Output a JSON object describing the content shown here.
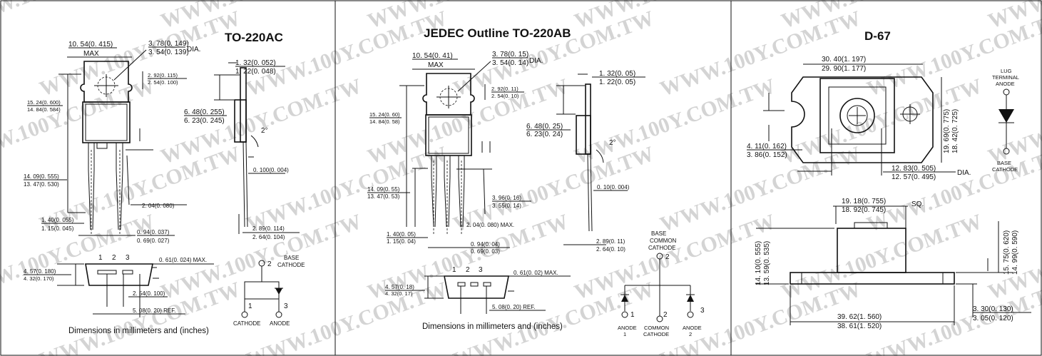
{
  "watermark": "WWW.100Y.COM.TW",
  "panel1": {
    "title": "TO-220AC",
    "dims": {
      "width_top": "10. 54(0. 415)",
      "width_bot": "MAX",
      "hole_top": "3. 78(0. 149)",
      "hole_bot": "3. 54(0. 139)",
      "dia": "DIA.",
      "tab_top": "1. 32(0. 052)",
      "tab_bot": "1. 22(0. 048)",
      "hole_pos_top": "2. 92(0. 115)",
      "hole_pos_bot": "2. 54(0. 100)",
      "height_top": "15. 24(0. 600)",
      "height_bot": "14. 84(0. 584)",
      "tabh_top": "6. 48(0. 255)",
      "tabh_bot": "6. 23(0. 245)",
      "angle": "2°",
      "lead_len_top": "14. 09(0. 555)",
      "lead_len_bot": "13. 47(0. 530)",
      "lead_th": "0. 100(0. 004)",
      "pitch": "2. 04(0. 080)",
      "lead_w_top": "1. 40(0. 055)",
      "lead_w_bot": "1. 15(0. 045)",
      "lead_t_top": "0. 94(0. 037)",
      "lead_t_bot": "0. 69(0. 027)",
      "side_top": "2. 89(0. 114)",
      "side_bot": "2. 64(0. 104)",
      "pin_labels": [
        "1",
        "2",
        "3"
      ],
      "max_note": "0. 61(0. 024) MAX.",
      "bh_top": "4. 57(0. 180)",
      "bh_bot": "4. 32(0. 170)",
      "sp1": "2. 54(0. 100)",
      "sp2": "5. 08(0. 20) REF."
    },
    "pin2": "2",
    "pin2_label_1": "BASE",
    "pin2_label_2": "CATHODE",
    "pin1": "1",
    "pin1_label": "CATHODE",
    "pin3": "3",
    "pin3_label": "ANODE",
    "caption": "Dimensions in millimeters and (inches)"
  },
  "panel2": {
    "title": "JEDEC Outline TO-220AB",
    "dims": {
      "width_top": "10. 54(0. 41)",
      "width_bot": "MAX",
      "hole_top": "3. 78(0. 15)",
      "hole_bot": "3. 54(0. 14)",
      "dia": "DIA.",
      "tab_top": "1. 32(0. 05)",
      "tab_bot": "1. 22(0. 05)",
      "hole_pos_top": "2. 92(0. 11)",
      "hole_pos_bot": "2. 54(0. 10)",
      "height_top": "15. 24(0. 60)",
      "height_bot": "14. 84(0. 58)",
      "tabh_top": "6. 48(0. 25)",
      "tabh_bot": "6. 23(0. 24)",
      "angle": "2°",
      "lead_len_top": "14. 09(0. 55)",
      "lead_len_bot": "13. 47(0. 53)",
      "lead_th": "0. 10(0. 004)",
      "pitch_top": "3. 96(0. 16)",
      "pitch_bot": "3. 55(0. 14)",
      "pitch2": "2. 04(0. 080) MAX.",
      "lead_w_top": "1. 40(0. 05)",
      "lead_w_bot": "1. 15(0. 04)",
      "lead_t_top": "0. 94(0. 04)",
      "lead_t_bot": "0. 69(0. 03)",
      "side_top": "2. 89(0. 11)",
      "side_bot": "2. 64(0. 10)",
      "pin_labels": [
        "1",
        "2",
        "3"
      ],
      "max_note": "0. 61(0. 02) MAX.",
      "bh_top": "4. 57(0. 18)",
      "bh_bot": "4. 32(0. 17)",
      "sp2": "5. 08(0. 20) REF."
    },
    "common_label_1": "BASE",
    "common_label_2": "COMMON",
    "common_label_3": "CATHODE",
    "common_pin": "2",
    "p1": "1",
    "p1_l1": "ANODE",
    "p1_l2": "1",
    "p2": "2",
    "p2_l1": "COMMON",
    "p2_l2": "CATHODE",
    "p3": "3",
    "p3_l1": "ANODE",
    "p3_l2": "2",
    "caption": "Dimensions in millimeters and (inches)"
  },
  "panel3": {
    "title": "D-67",
    "dims": {
      "w_top": "30. 40(1. 197)",
      "w_bot": "29. 90(1. 177)",
      "h_top": "19. 69(0. 775)",
      "h_bot": "18. 42(0. 725)",
      "slot_top": "4. 11(0. 162)",
      "slot_bot": "3. 86(0. 152)",
      "hole_top": "12. 83(0. 505)",
      "hole_bot": "12. 57(0. 495)",
      "dia": "DIA.",
      "sq_top": "19. 18(0. 755)",
      "sq_bot": "18. 92(0. 745)",
      "sq": "SQ.",
      "lh_top": "14. 10(0. 555)",
      "lh_bot": "13. 59(0. 535)",
      "rh_top": "15. 75(0. 620)",
      "rh_bot": "14. 99(0. 590)",
      "base_top": "39. 62(1. 560)",
      "base_bot": "38. 61(1. 520)",
      "th_top": "3. 30(0. 130)",
      "th_bot": "3. 05(0. 120)"
    },
    "lug_1": "LUG",
    "lug_2": "TERMINAL",
    "lug_3": "ANODE",
    "base_1": "BASE",
    "base_2": "CATHODE"
  }
}
